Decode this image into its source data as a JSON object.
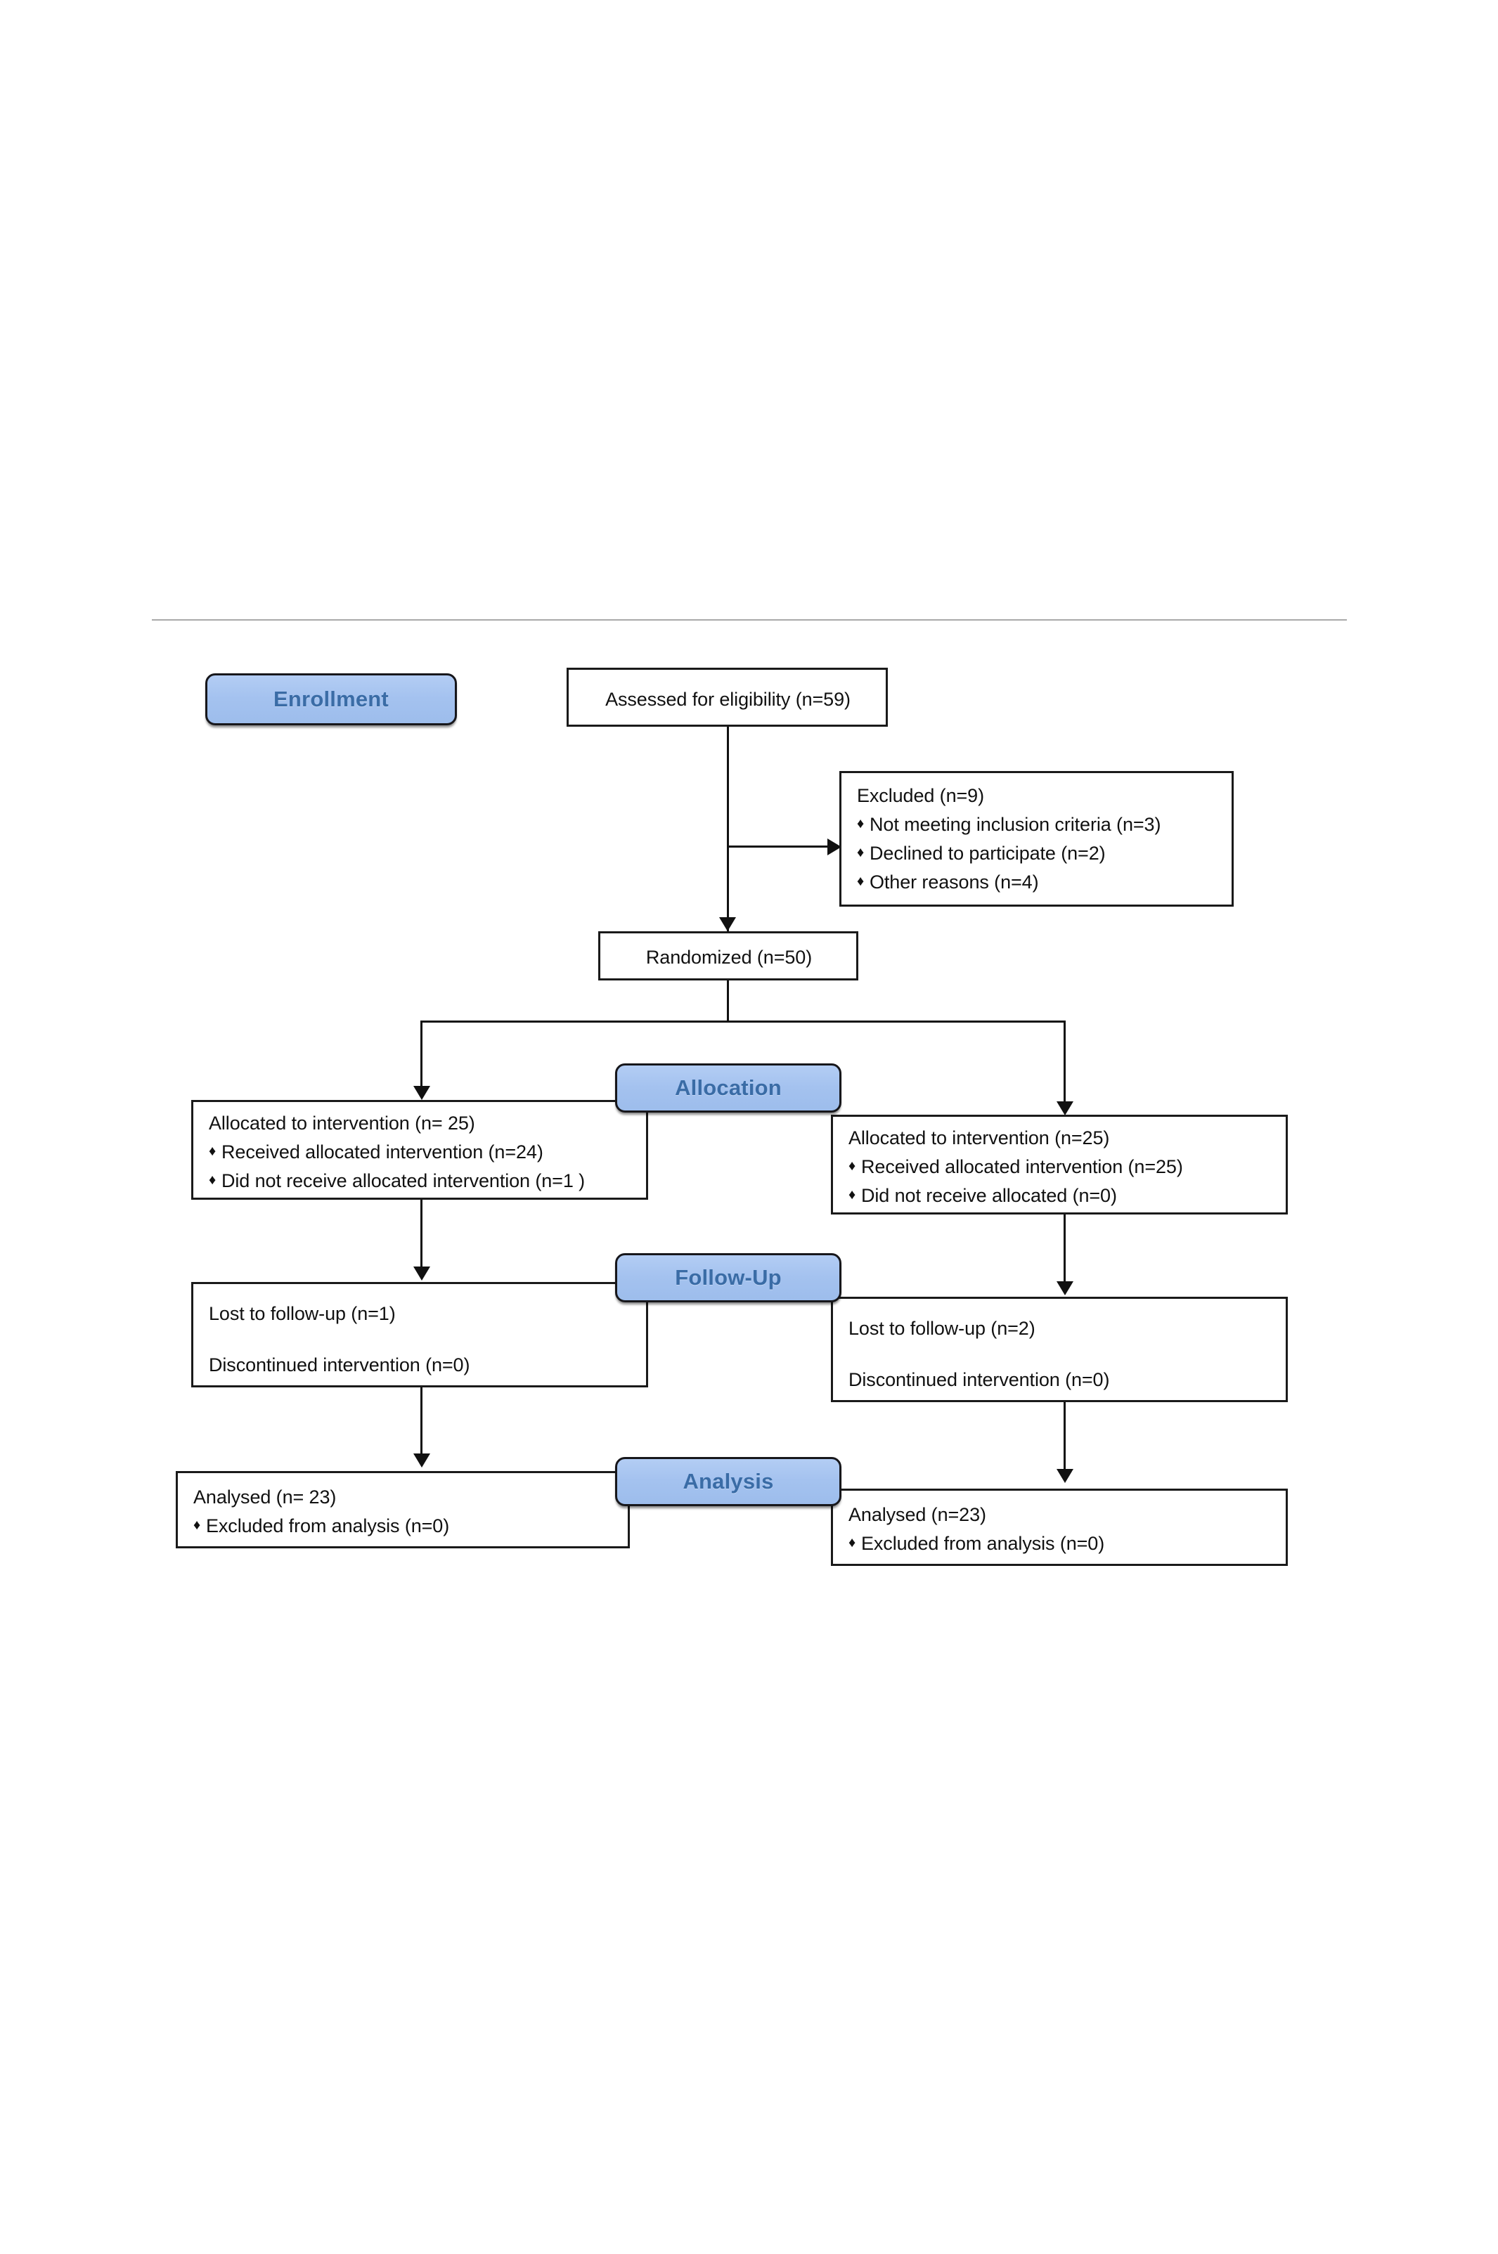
{
  "diagram": {
    "type": "consort-flow-diagram",
    "divider_color": "#a9a9a9",
    "badge_fill": "#a8c6f0",
    "badge_text_color": "#3a6ca6",
    "box_border_color": "#111111",
    "stages": [
      {
        "key": "enrollment",
        "label": "Enrollment"
      },
      {
        "key": "allocation",
        "label": "Allocation"
      },
      {
        "key": "followup",
        "label": "Follow-Up"
      },
      {
        "key": "analysis",
        "label": "Analysis"
      }
    ],
    "boxes": {
      "assessed": {
        "title": "Assessed for eligibility (n=59)"
      },
      "excluded": {
        "title": "Excluded (n=9)",
        "items": [
          "Not meeting inclusion criteria (n=3)",
          "Declined to participate (n=2)",
          "Other reasons (n=4)"
        ]
      },
      "randomized": {
        "title": "Randomized (n=50)"
      },
      "allocated_left": {
        "title": "Allocated to intervention (n= 25)",
        "items": [
          "Received allocated intervention (n=24)",
          "Did not receive allocated intervention (n=1 )"
        ]
      },
      "allocated_right": {
        "title": "Allocated to intervention (n=25)",
        "items": [
          "Received allocated intervention (n=25)",
          "Did not receive allocated (n=0)"
        ]
      },
      "followup_left": {
        "line1": "Lost to follow-up (n=1)",
        "line2": "Discontinued intervention (n=0)"
      },
      "followup_right": {
        "line1": "Lost to follow-up (n=2)",
        "line2": "Discontinued intervention (n=0)"
      },
      "analysis_left": {
        "title": "Analysed (n= 23)",
        "items": [
          "Excluded from analysis (n=0)"
        ]
      },
      "analysis_right": {
        "title": "Analysed (n=23)",
        "items": [
          "Excluded from analysis (n=0)"
        ]
      }
    },
    "bullet_glyph": "♦"
  }
}
